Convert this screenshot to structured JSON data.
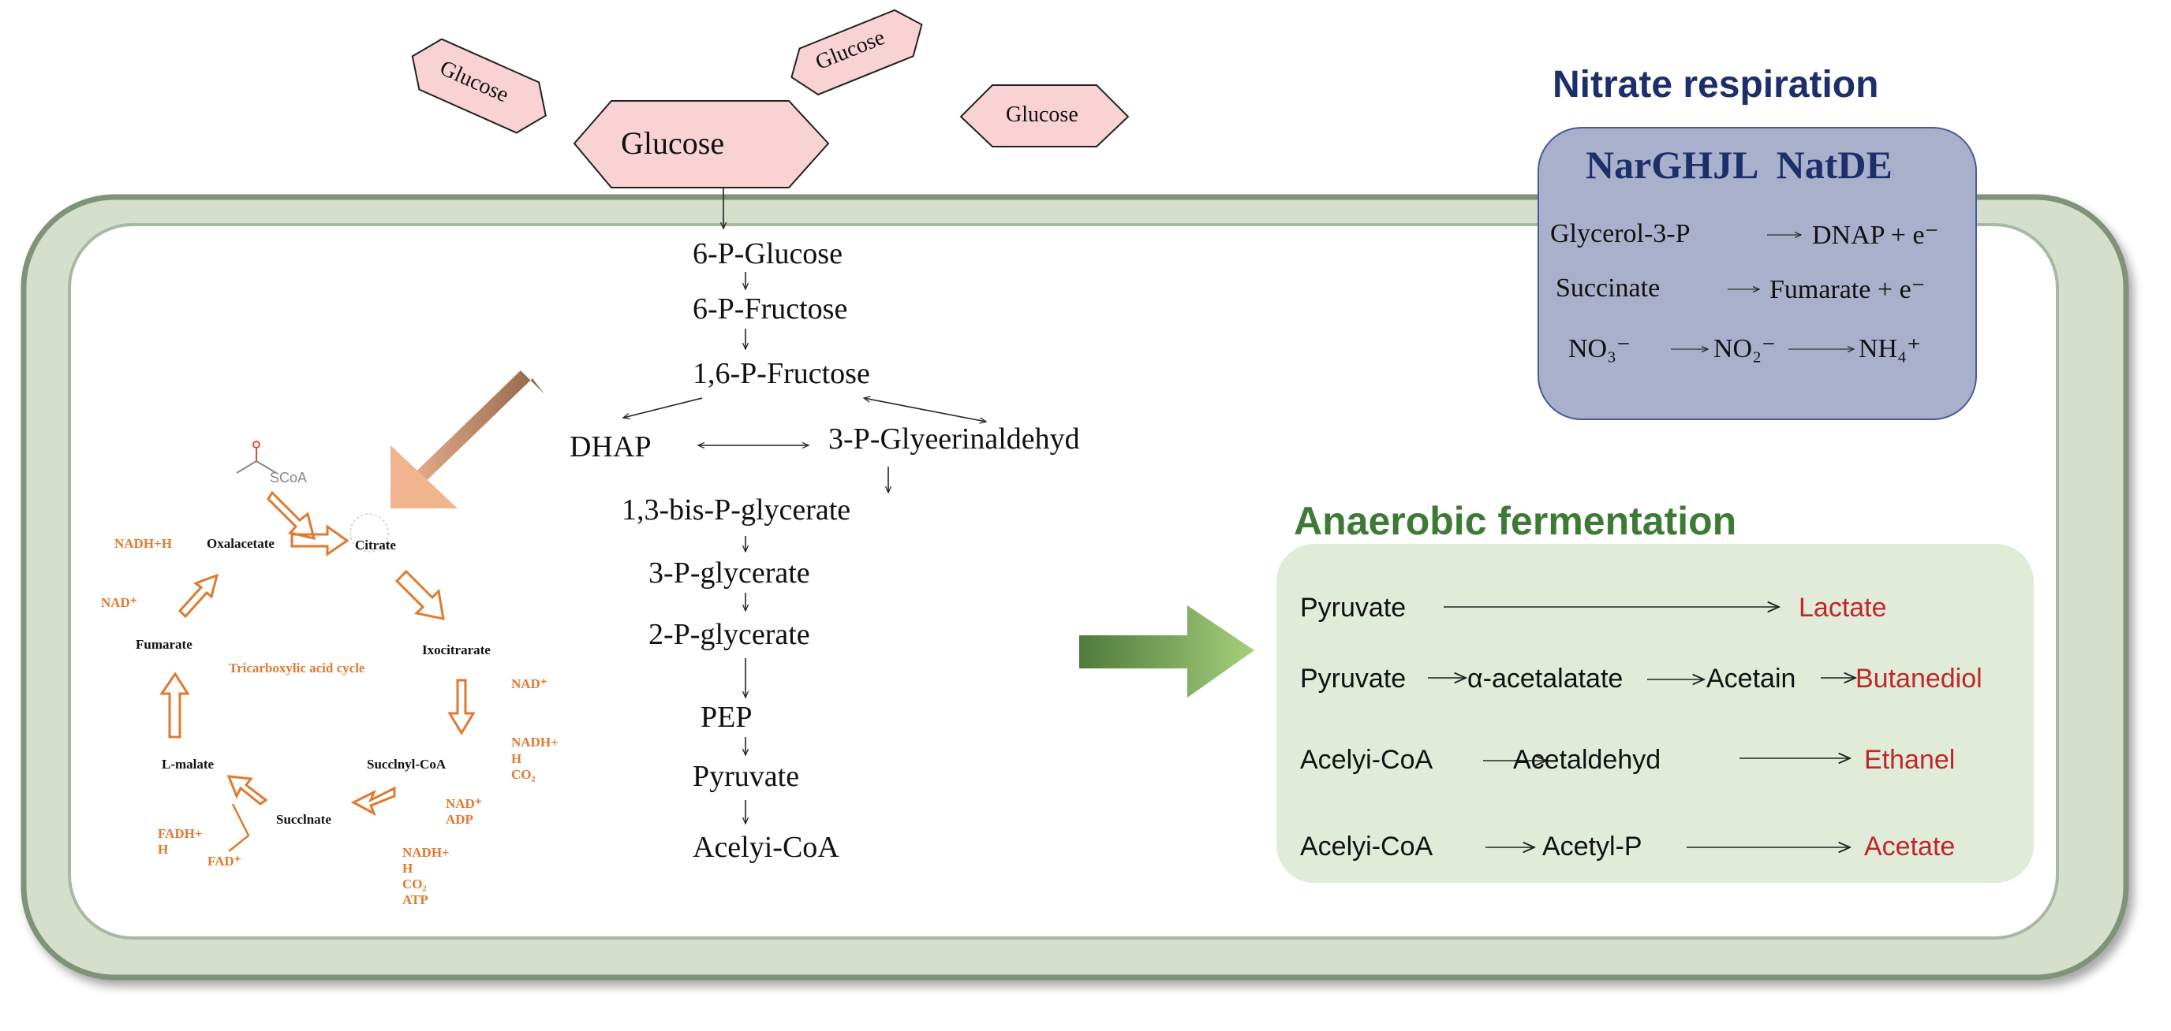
{
  "glucose": {
    "main": "Glucose",
    "small_1": "Glucose",
    "small_2": "Glucose",
    "small_3": "Glucose"
  },
  "glycolysis": {
    "g6p": "6-P-Glucose",
    "f6p": "6-P-Fructose",
    "f16p": "1,6-P-Fructose",
    "dhap": "DHAP",
    "g3p": "3-P-Glyeerinaldehyd",
    "bpg": "1,3-bis-P-glycerate",
    "pg3": "3-P-glycerate",
    "pg2": "2-P-glycerate",
    "pep": "PEP",
    "pyruvate": "Pyruvate",
    "acoa": "Acelyi-CoA"
  },
  "tca": {
    "title": "Tricarboxylic acid cycle",
    "scoa": "SCoA",
    "oxalacetate": "Oxalacetate",
    "citrate": "Citrate",
    "isocitrate": "Ixocitrarate",
    "succinyl_coa": "Succlnyl-CoA",
    "succinate": "Succlnate",
    "l_malate": "L-malate",
    "fumarate": "Fumarate",
    "nadh_h_top": "NADH+H",
    "nad_left": "NAD⁺",
    "nad_right": "NAD⁺",
    "nadh_right_1": "NADH+",
    "nadh_right_2": "H",
    "nadh_right_3": "CO₂",
    "nad_adp_1": "NAD⁺",
    "nad_adp_2": "ADP",
    "nadh_bottom_1": "NADH+",
    "nadh_bottom_2": "H",
    "nadh_bottom_3": "CO₂",
    "nadh_bottom_4": "ATP",
    "fadh_1": "FADH+",
    "fadh_2": "H",
    "fad": "FAD⁺"
  },
  "nitrate": {
    "title": "Nitrate respiration",
    "genes": "NarGHJL  NatDE",
    "row1_a": "Glycerol-3-P",
    "row1_b": "DNAP + e⁻",
    "row2_a": "Succinate",
    "row2_b": "Fumarate + e⁻",
    "row3_a": "NO₃⁻",
    "row3_b": "NO₂⁻",
    "row3_c": "NH₄⁺"
  },
  "fermentation": {
    "title": "Anaerobic fermentation",
    "r1_a": "Pyruvate",
    "r1_p": "Lactate",
    "r2_a": "Pyruvate",
    "r2_b": "α-acetalatate",
    "r2_c": "Acetain",
    "r2_p": "Butanediol",
    "r3_a": "Acelyi-CoA",
    "r3_b": "Acetaldehyd",
    "r3_p": "Ethanel",
    "r4_a": "Acelyi-CoA",
    "r4_b": "Acetyl-P",
    "r4_p": "Acetate"
  },
  "colors": {
    "cell_border": "#8fa58a",
    "glucose_fill": "#f9d2d4",
    "nitrate_title": "#1d2f6a",
    "nitrate_box": "#a8b0cc",
    "ferm_title": "#3d7a35",
    "ferm_box": "#e1ecd8",
    "product_red": "#c0262b",
    "tca_orange": "#e07a2e"
  }
}
